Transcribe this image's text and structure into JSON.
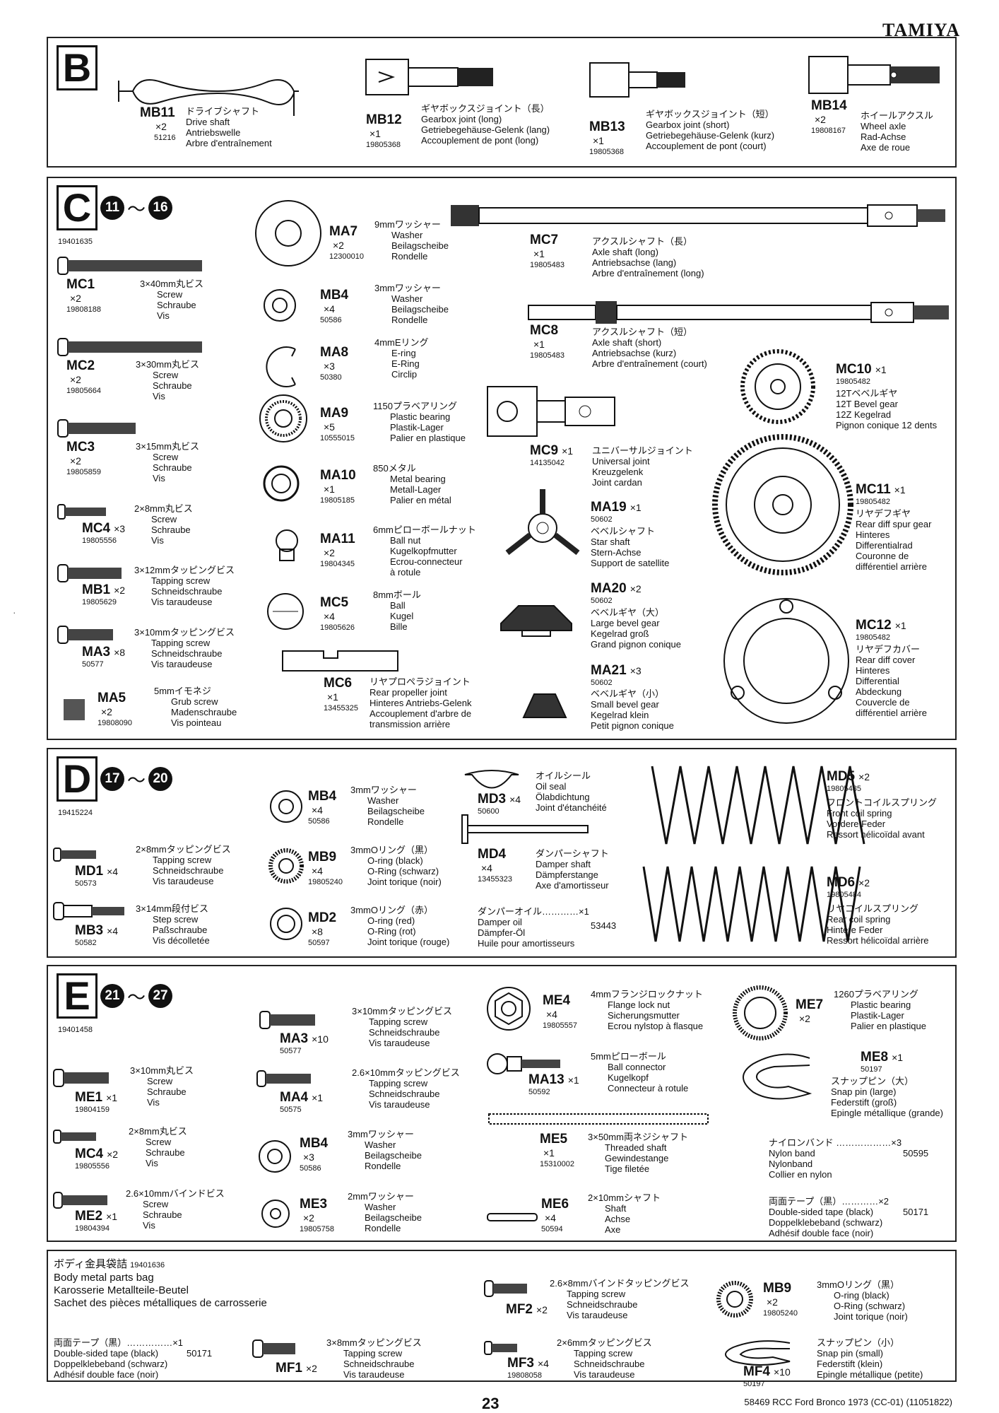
{
  "brand": "TAMIYA",
  "page_number": "23",
  "footer": "58469 RCC Ford Bronco 1973 (CC-01) (11051822)",
  "sections": {
    "B": {
      "letter": "B"
    },
    "C": {
      "letter": "C",
      "from": "11",
      "to": "16",
      "bag": "19401635"
    },
    "D": {
      "letter": "D",
      "from": "17",
      "to": "20",
      "bag": "19415224"
    },
    "E": {
      "letter": "E",
      "from": "21",
      "to": "27",
      "bag": "19401458"
    },
    "bag": {
      "jp": "ボディ金具袋詰",
      "id": "19401636",
      "en": "Body metal parts bag",
      "de": "Karosserie Metallteile-Beutel",
      "fr": "Sachet des pièces métalliques de carrosserie"
    }
  },
  "sep": "～",
  "p": {
    "mb11": {
      "code": "MB11",
      "qty": "×2",
      "pn": "51216",
      "jp": "ドライブシャフト",
      "en": "Drive shaft",
      "de": "Antriebswelle",
      "fr": "Arbre d'entraînement"
    },
    "mb12": {
      "code": "MB12",
      "qty": "×1",
      "pn": "19805368",
      "jp": "ギヤボックスジョイント（長）",
      "en": "Gearbox joint (long)",
      "de": "Getriebegehäuse-Gelenk (lang)",
      "fr": "Accouplement de pont (long)"
    },
    "mb13": {
      "code": "MB13",
      "qty": "×1",
      "pn": "19805368",
      "jp": "ギヤボックスジョイント（短）",
      "en": "Gearbox joint (short)",
      "de": "Getriebegehäuse-Gelenk (kurz)",
      "fr": "Accouplement de pont (court)"
    },
    "mb14": {
      "code": "MB14",
      "qty": "×2",
      "pn": "19808167",
      "jp": "ホイールアクスル",
      "en": "Wheel axle",
      "de": "Rad-Achse",
      "fr": "Axe de roue"
    },
    "ma7": {
      "code": "MA7",
      "qty": "×2",
      "pn": "12300010",
      "jp": "9mmワッシャー",
      "en": "Washer",
      "de": "Beilagscheibe",
      "fr": "Rondelle"
    },
    "mc7": {
      "code": "MC7",
      "qty": "×1",
      "pn": "19805483",
      "jp": "アクスルシャフト（長）",
      "en": "Axle shaft (long)",
      "de": "Antriebsachse (lang)",
      "fr": "Arbre d'entraînement (long)"
    },
    "mc1": {
      "code": "MC1",
      "qty": "×2",
      "pn": "19808188",
      "jp": "3×40mm丸ビス",
      "en": "Screw",
      "de": "Schraube",
      "fr": "Vis"
    },
    "mb4c": {
      "code": "MB4",
      "qty": "×4",
      "pn": "50586",
      "jp": "3mmワッシャー",
      "en": "Washer",
      "de": "Beilagscheibe",
      "fr": "Rondelle"
    },
    "mc8": {
      "code": "MC8",
      "qty": "×1",
      "pn": "19805483",
      "jp": "アクスルシャフト（短）",
      "en": "Axle shaft (short)",
      "de": "Antriebsachse (kurz)",
      "fr": "Arbre d'entraînement (court)"
    },
    "mc2": {
      "code": "MC2",
      "qty": "×2",
      "pn": "19805664",
      "jp": "3×30mm丸ビス",
      "en": "Screw",
      "de": "Schraube",
      "fr": "Vis"
    },
    "ma8": {
      "code": "MA8",
      "qty": "×3",
      "pn": "50380",
      "jp": "4mmEリング",
      "en": "E-ring",
      "de": "E-Ring",
      "fr": "Circlip"
    },
    "mc10": {
      "code": "MC10",
      "qty": "×1",
      "pn": "19805482",
      "jp": "12Tベベルギヤ",
      "en": "12T Bevel gear",
      "de": "12Z Kegelrad",
      "fr": "Pignon conique 12 dents"
    },
    "ma9": {
      "code": "MA9",
      "qty": "×5",
      "pn": "10555015",
      "jp": "1150プラベアリング",
      "en": "Plastic bearing",
      "de": "Plastik-Lager",
      "fr": "Palier en plastique"
    },
    "mc3": {
      "code": "MC3",
      "qty": "×2",
      "pn": "19805859",
      "jp": "3×15mm丸ビス",
      "en": "Screw",
      "de": "Schraube",
      "fr": "Vis"
    },
    "mc9": {
      "code": "MC9",
      "qty": "×1",
      "pn": "14135042",
      "jp": "ユニバーサルジョイント",
      "en": "Universal joint",
      "de": "Kreuzgelenk",
      "fr": "Joint cardan"
    },
    "ma10": {
      "code": "MA10",
      "qty": "×1",
      "pn": "19805185",
      "jp": "850メタル",
      "en": "Metal bearing",
      "de": "Metall-Lager",
      "fr": "Palier en métal"
    },
    "mc11": {
      "code": "MC11",
      "qty": "×1",
      "pn": "19805482",
      "jp": "リヤデフギヤ",
      "en": "Rear diff spur gear",
      "de1": "Hinteres",
      "de2": "Differentialrad",
      "fr1": "Couronne de",
      "fr2": "différentiel arrière"
    },
    "mc4c": {
      "code": "MC4",
      "qty": "×3",
      "pn": "19805556",
      "jp": "2×8mm丸ビス",
      "en": "Screw",
      "de": "Schraube",
      "fr": "Vis"
    },
    "ma19": {
      "code": "MA19",
      "qty": "×1",
      "pn": "50602",
      "jp": "ベベルシャフト",
      "en": "Star shaft",
      "de": "Stern-Achse",
      "fr": "Support de satellite"
    },
    "ma11": {
      "code": "MA11",
      "qty": "×2",
      "pn": "19804345",
      "jp": "6mmピローボールナット",
      "en": "Ball nut",
      "de": "Kugelkopfmutter",
      "fr1": "Ecrou-connecteur",
      "fr2": "à rotule"
    },
    "mb1": {
      "code": "MB1",
      "qty": "×2",
      "pn": "19805629",
      "jp": "3×12mmタッピングビス",
      "en": "Tapping screw",
      "de": "Schneidschraube",
      "fr": "Vis taraudeuse"
    },
    "mc5": {
      "code": "MC5",
      "qty": "×4",
      "pn": "19805626",
      "jp": "8mmボール",
      "en": "Ball",
      "de": "Kugel",
      "fr": "Bille"
    },
    "ma20": {
      "code": "MA20",
      "qty": "×2",
      "pn": "50602",
      "jp": "ベベルギヤ（大）",
      "en": "Large bevel gear",
      "de": "Kegelrad groß",
      "fr": "Grand pignon conique"
    },
    "mc12": {
      "code": "MC12",
      "qty": "×1",
      "pn": "19805482",
      "jp": "リヤデフカバー",
      "en": "Rear diff cover",
      "de1": "Hinteres",
      "de2": "Differential",
      "de3": "Abdeckung",
      "fr1": "Couvercle de",
      "fr2": "différentiel arrière"
    },
    "ma3c": {
      "code": "MA3",
      "qty": "×8",
      "pn": "50577",
      "jp": "3×10mmタッピングビス",
      "en": "Tapping screw",
      "de": "Schneidschraube",
      "fr": "Vis taraudeuse"
    },
    "mc6": {
      "code": "MC6",
      "qty": "×1",
      "pn": "13455325",
      "jp": "リヤプロペラジョイント",
      "en": "Rear propeller joint",
      "de": "Hinteres Antriebs-Gelenk",
      "fr1": "Accouplement d'arbre de",
      "fr2": "transmission arrière"
    },
    "ma21": {
      "code": "MA21",
      "qty": "×3",
      "pn": "50602",
      "jp": "ベベルギヤ（小）",
      "en": "Small bevel gear",
      "de": "Kegelrad klein",
      "fr": "Petit pignon conique"
    },
    "ma5": {
      "code": "MA5",
      "qty": "×2",
      "pn": "19808090",
      "jp": "5mmイモネジ",
      "en": "Grub screw",
      "de": "Madenschraube",
      "fr": "Vis pointeau"
    },
    "mb4d": {
      "code": "MB4",
      "qty": "×4",
      "pn": "50586",
      "jp": "3mmワッシャー",
      "en": "Washer",
      "de": "Beilagscheibe",
      "fr": "Rondelle"
    },
    "md3": {
      "code": "MD3",
      "qty": "×4",
      "pn": "50600",
      "jp": "オイルシール",
      "en": "Oil seal",
      "de": "Ölabdichtung",
      "fr": "Joint d'étanchéité"
    },
    "md5": {
      "code": "MD5",
      "qty": "×2",
      "pn": "19805485",
      "jp": "フロントコイルスプリング",
      "en": "Front coil spring",
      "de": "Vordere Feder",
      "fr": "Ressort hélicoïdal avant"
    },
    "md1": {
      "code": "MD1",
      "qty": "×4",
      "pn": "50573",
      "jp": "2×8mmタッピングビス",
      "en": "Tapping screw",
      "de": "Schneidschraube",
      "fr": "Vis taraudeuse"
    },
    "mb9d": {
      "code": "MB9",
      "qty": "×4",
      "pn": "19805240",
      "jp": "3mmOリング（黒）",
      "en": "O-ring (black)",
      "de": "O-Ring (schwarz)",
      "fr": "Joint torique (noir)"
    },
    "md4": {
      "code": "MD4",
      "qty": "×4",
      "pn": "13455323",
      "jp": "ダンパーシャフト",
      "en": "Damper shaft",
      "de": "Dämpferstange",
      "fr": "Axe d'amortisseur"
    },
    "md6": {
      "code": "MD6",
      "qty": "×2",
      "pn": "19805484",
      "jp": "リヤコイルスプリング",
      "en": "Rear coil spring",
      "de": "Hintere Feder",
      "fr": "Ressort hélicoïdal arrière"
    },
    "mb3": {
      "code": "MB3",
      "qty": "×4",
      "pn": "50582",
      "jp": "3×14mm段付ビス",
      "en": "Step screw",
      "de": "Paßschraube",
      "fr": "Vis décolletée"
    },
    "md2": {
      "code": "MD2",
      "qty": "×8",
      "pn": "50597",
      "jp": "3mmOリング（赤）",
      "en": "O-ring (red)",
      "de": "O-Ring (rot)",
      "fr": "Joint torique (rouge)"
    },
    "doil": {
      "jp": "ダンパーオイル…………×1",
      "pn": "53443",
      "en": "Damper oil",
      "de": "Dämpfer-Öl",
      "fr": "Huile pour amortisseurs"
    },
    "ma3e": {
      "code": "MA3",
      "qty": "×10",
      "pn": "50577",
      "jp": "3×10mmタッピングビス",
      "en": "Tapping screw",
      "de": "Schneidschraube",
      "fr": "Vis taraudeuse"
    },
    "me4": {
      "code": "ME4",
      "qty": "×4",
      "pn": "19805557",
      "jp": "4mmフランジロックナット",
      "en": "Flange lock nut",
      "de": "Sicherungsmutter",
      "fr": "Ecrou nylstop à flasque"
    },
    "me7": {
      "code": "ME7",
      "qty": "×2",
      "pn": "",
      "jp": "1260プラベアリング",
      "en": "Plastic bearing",
      "de": "Plastik-Lager",
      "fr": "Palier en plastique"
    },
    "me1": {
      "code": "ME1",
      "qty": "×1",
      "pn": "19804159",
      "jp": "3×10mm丸ビス",
      "en": "Screw",
      "de": "Schraube",
      "fr": "Vis"
    },
    "ma4": {
      "code": "MA4",
      "qty": "×1",
      "pn": "50575",
      "jp": "2.6×10mmタッピングビス",
      "en": "Tapping screw",
      "de": "Schneidschraube",
      "fr": "Vis taraudeuse"
    },
    "me13": {
      "code": "MA13",
      "qty": "×1",
      "pn": "50592",
      "jp": "5mmピローボール",
      "en": "Ball connector",
      "de": "Kugelkopf",
      "fr": "Connecteur à rotule"
    },
    "me8": {
      "code": "ME8",
      "qty": "×1",
      "pn": "50197",
      "jp": "スナップピン（大）",
      "en": "Snap pin (large)",
      "de": "Federstift (groß)",
      "fr": "Epingle métallique (grande)"
    },
    "mc4e": {
      "code": "MC4",
      "qty": "×2",
      "pn": "19805556",
      "jp": "2×8mm丸ビス",
      "en": "Screw",
      "de": "Schraube",
      "fr": "Vis"
    },
    "mb4e": {
      "code": "MB4",
      "qty": "×3",
      "pn": "50586",
      "jp": "3mmワッシャー",
      "en": "Washer",
      "de": "Beilagscheibe",
      "fr": "Rondelle"
    },
    "me5": {
      "code": "ME5",
      "qty": "×1",
      "pn": "15310002",
      "jp": "3×50mm両ネジシャフト",
      "en": "Threaded shaft",
      "de": "Gewindestange",
      "fr": "Tige filetée"
    },
    "nylon": {
      "jp": "ナイロンバンド ………………×3",
      "pn": "50595",
      "en": "Nylon band",
      "de": "Nylonband",
      "fr": "Collier en nylon"
    },
    "me2": {
      "code": "ME2",
      "qty": "×1",
      "pn": "19804394",
      "jp": "2.6×10mmバインドビス",
      "en": "Screw",
      "de": "Schraube",
      "fr": "Vis"
    },
    "me3": {
      "code": "ME3",
      "qty": "×2",
      "pn": "19805758",
      "jp": "2mmワッシャー",
      "en": "Washer",
      "de": "Beilagscheibe",
      "fr": "Rondelle"
    },
    "me6": {
      "code": "ME6",
      "qty": "×4",
      "pn": "50594",
      "jp": "2×10mmシャフト",
      "en": "Shaft",
      "de": "Achse",
      "fr": "Axe"
    },
    "tape": {
      "jp": "両面テープ（黒）…………×2",
      "pn": "50171",
      "en": "Double-sided tape (black)",
      "de": "Doppelklebeband (schwarz)",
      "fr": "Adhésif double face (noir)"
    },
    "mf2": {
      "code": "MF2",
      "qty": "×2",
      "jp": "2.6×8mmバインドタッピングビス",
      "en": "Tapping screw",
      "de": "Schneidschraube",
      "fr": "Vis taraudeuse"
    },
    "mb9f": {
      "code": "MB9",
      "qty": "×2",
      "pn": "19805240",
      "jp": "3mmOリング（黒）",
      "en": "O-ring (black)",
      "de": "O-Ring (schwarz)",
      "fr": "Joint torique (noir)"
    },
    "tapef": {
      "jp": "両面テープ（黒）……………×1",
      "pn": "50171",
      "en": "Double-sided tape (black)",
      "de": "Doppelklebeband (schwarz)",
      "fr": "Adhésif double face (noir)"
    },
    "mf1": {
      "code": "MF1",
      "qty": "×2",
      "jp": "3×8mmタッピングビス",
      "en": "Tapping screw",
      "de": "Schneidschraube",
      "fr": "Vis taraudeuse"
    },
    "mf3": {
      "code": "MF3",
      "qty": "×4",
      "pn": "19808058",
      "jp": "2×6mmタッピングビス",
      "en": "Tapping screw",
      "de": "Schneidschraube",
      "fr": "Vis taraudeuse"
    },
    "mf4": {
      "code": "MF4",
      "qty": "×10",
      "pn": "50197",
      "jp": "スナップピン（小）",
      "en": "Snap pin (small)",
      "de": "Federstift (klein)",
      "fr": "Epingle métallique (petite)"
    }
  }
}
